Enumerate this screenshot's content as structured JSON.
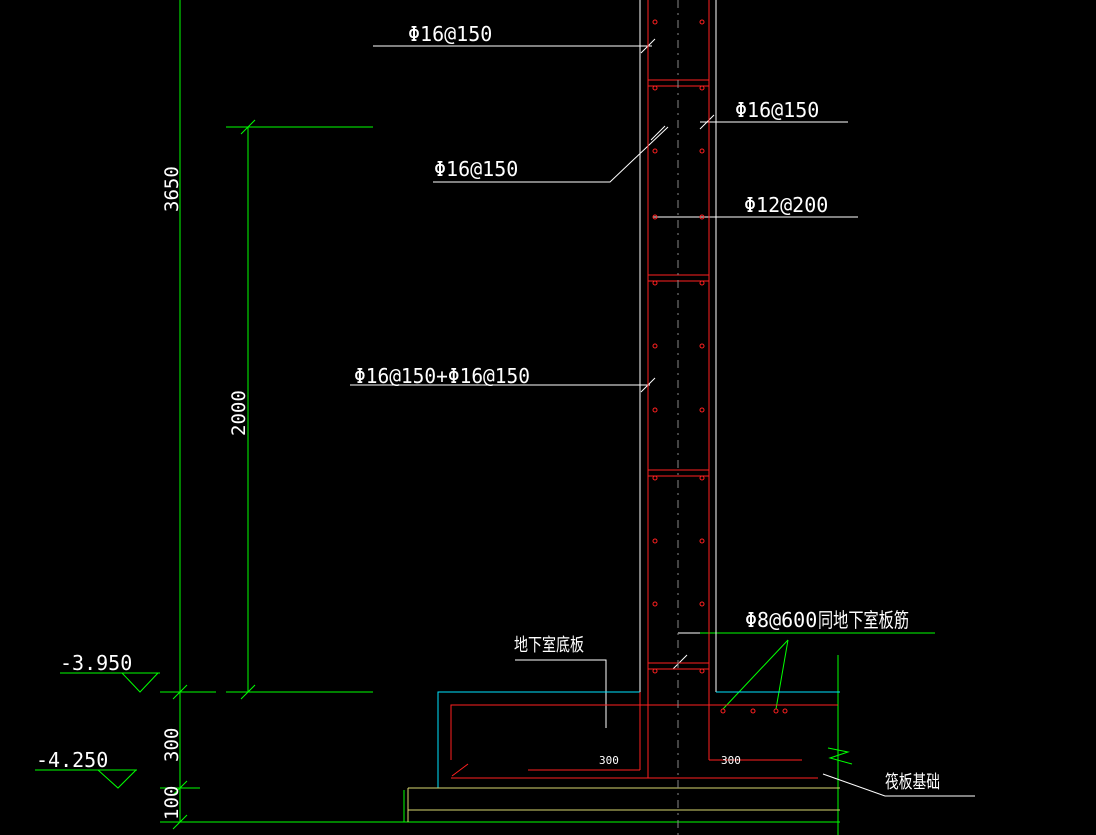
{
  "rebar_labels": {
    "top_left": "Φ16@150",
    "upper_right": "Φ16@150",
    "mid_left": "Φ16@150",
    "mid_right": "Φ12@200",
    "lower_left": "Φ16@150+Φ16@150",
    "slab_tie": "Φ8@600",
    "slab_tie_note": "同地下室板筋"
  },
  "notes": {
    "basement_slab": "地下室底板",
    "raft_foundation": "筏板基础"
  },
  "inner_dims": {
    "left": "300",
    "right": "300"
  },
  "dimensions": {
    "total": "3650",
    "mid": "2000",
    "slab": "300",
    "cushion": "100"
  },
  "elevations": {
    "upper": "-3.950",
    "lower": "-4.250"
  },
  "colors": {
    "background": "#000000",
    "dimension": "#00ff00",
    "rebar": "#ff2020",
    "outline": "#ffffff",
    "slab_outline": "#00e5ff",
    "cushion": "#d9d970",
    "text": "#ffffff"
  }
}
